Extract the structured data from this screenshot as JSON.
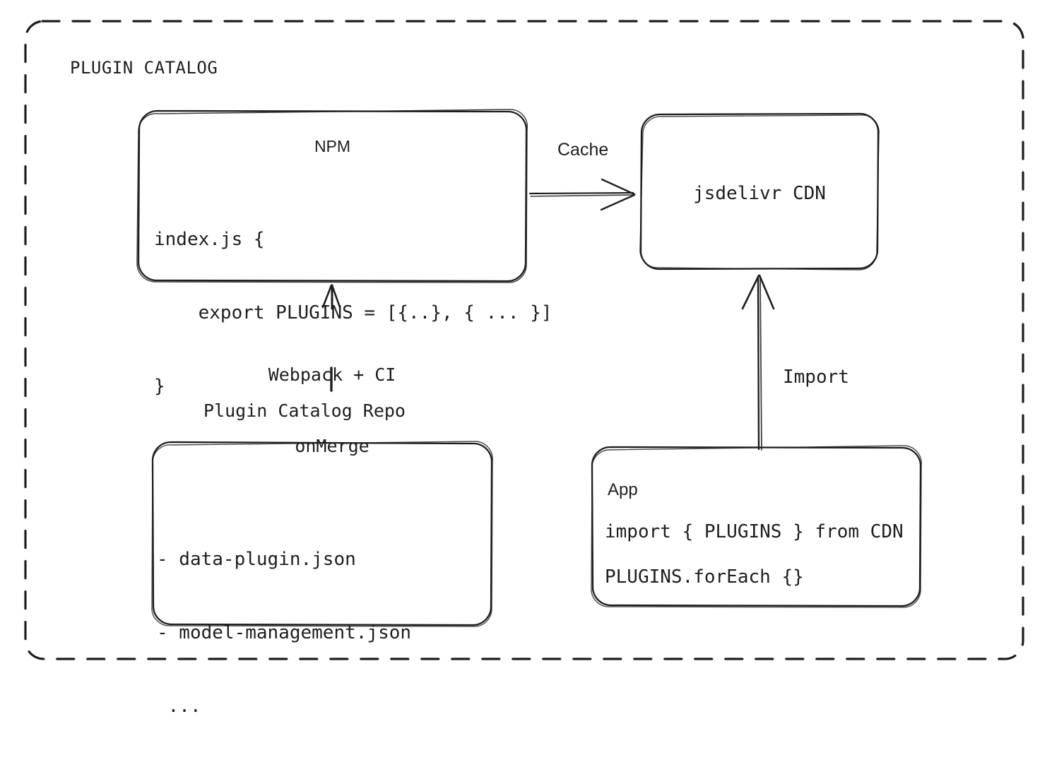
{
  "diagram": {
    "title": "PLUGIN CATALOG",
    "stroke_color": "#1e1e1e",
    "background_color": "#ffffff"
  },
  "nodes": {
    "npm": {
      "title": "NPM",
      "code_line_1": "index.js {",
      "code_line_2": "    export PLUGINS = [{..}, { ... }]",
      "code_line_3": "}"
    },
    "cdn": {
      "title": "jsdelivr CDN"
    },
    "repo": {
      "caption": "Plugin Catalog Repo",
      "file_line_1": "- data-plugin.json",
      "file_line_2": "- model-management.json",
      "file_line_3": " ..."
    },
    "app": {
      "title": "App",
      "code_line_1": "import { PLUGINS } from CDN",
      "code_line_2": "PLUGINS.forEach {}"
    }
  },
  "edges": {
    "npm_to_cdn": {
      "label": "Cache"
    },
    "app_to_cdn": {
      "label": "Import"
    },
    "repo_to_npm": {
      "label_line_1": "Webpack + CI",
      "label_line_2": "onMerge"
    }
  }
}
